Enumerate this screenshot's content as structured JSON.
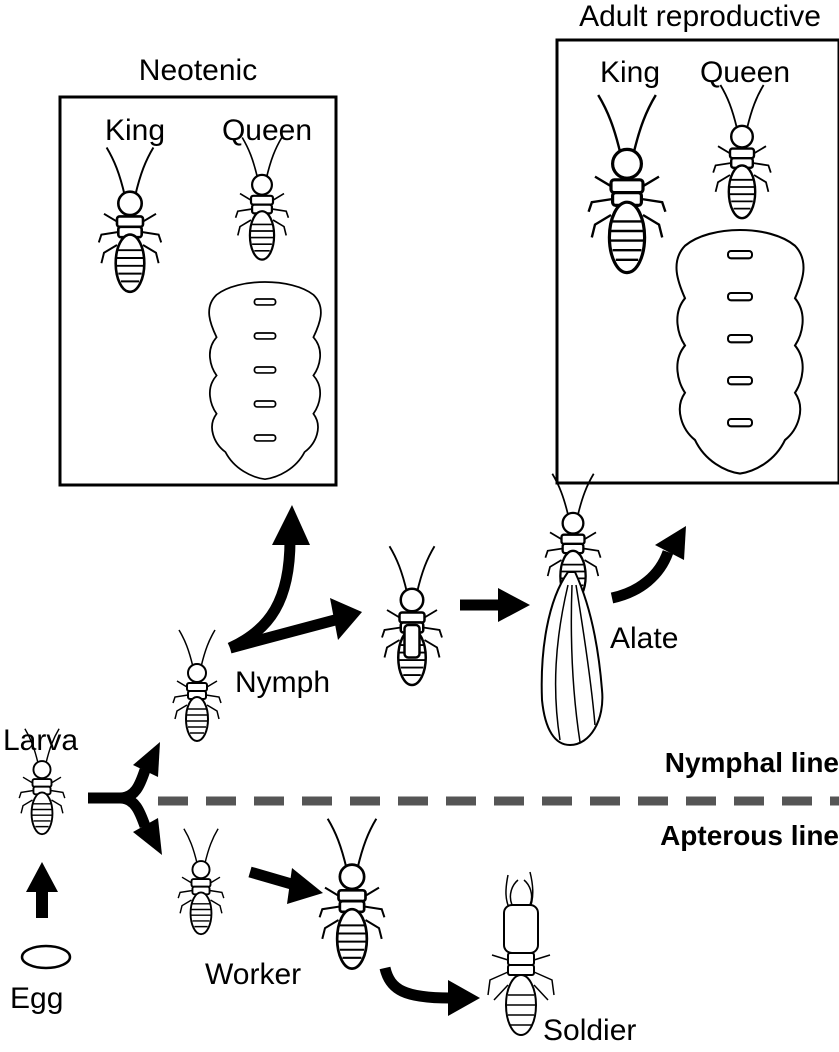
{
  "labels": {
    "neotenic": "Neotenic",
    "neotenic_king": "King",
    "neotenic_queen": "Queen",
    "adult": "Adult reproductive",
    "adult_king": "King",
    "adult_queen": "Queen",
    "larva": "Larva",
    "egg": "Egg",
    "nymph": "Nymph",
    "alate": "Alate",
    "worker": "Worker",
    "soldier": "Soldier",
    "nymphal_line": "Nymphal  line",
    "apterous_line": "Apterous line"
  },
  "colors": {
    "ink": "#000000",
    "divider": "#555555",
    "paper": "#ffffff"
  }
}
